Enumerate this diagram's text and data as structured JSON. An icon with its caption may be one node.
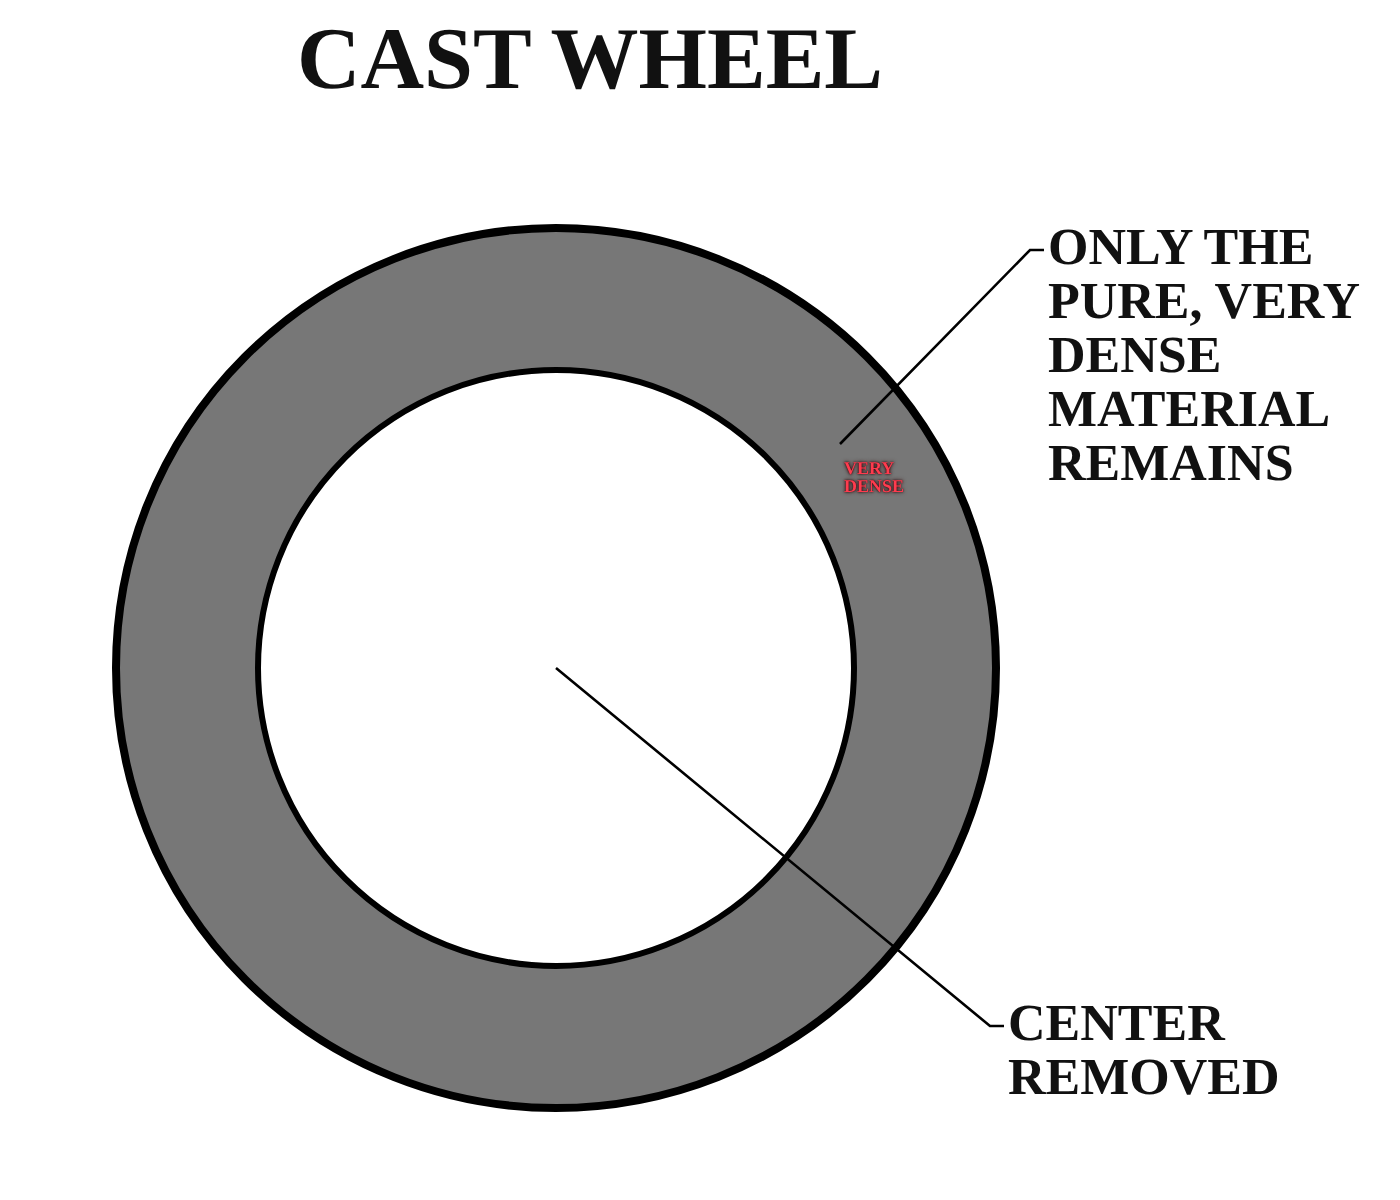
{
  "diagram": {
    "title": "CAST WHEEL",
    "nodes": [
      {
        "text": [
          "ONLY THE PURE, VERY DENSE MATERIAL REMAINS"
        ]
      },
      {
        "text": [
          "VERY DENSE"
        ]
      },
      {
        "text": [],
        "shape": "circle",
        "in": 1
      },
      {
        "text": [
          "CENTER REMOVED"
        ]
      }
    ],
    "edges": [
      {
        "from": 0,
        "to": 1,
        "arrow": "none"
      },
      {
        "from": 3,
        "to": 2,
        "arrow": "none"
      }
    ]
  }
}
